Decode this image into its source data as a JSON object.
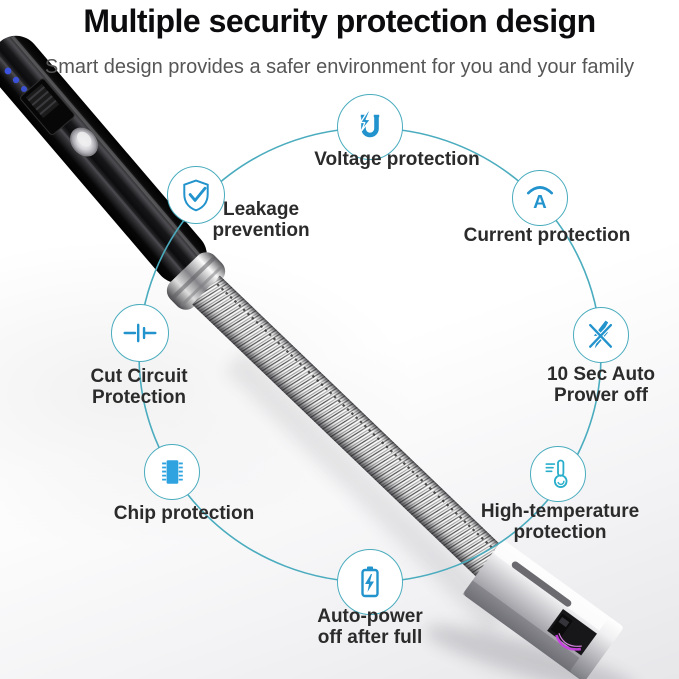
{
  "header": {
    "title": "Multiple security protection design",
    "subtitle": "Smart design provides a safer environment for you and your family"
  },
  "features": [
    {
      "id": "voltage-protection",
      "label": "Voltage protection",
      "icon": "magnet-bolt-icon"
    },
    {
      "id": "leakage-prevention",
      "label": "Leakage\nprevention",
      "icon": "shield-check-icon"
    },
    {
      "id": "current-protection",
      "label": "Current protection",
      "icon": "ampere-icon",
      "icon_letter": "A"
    },
    {
      "id": "cut-circuit-protection",
      "label": "Cut Circuit\nProtection",
      "icon": "circuit-break-icon"
    },
    {
      "id": "auto-power-off-10s",
      "label": "10 Sec Auto\nPrower off",
      "icon": "flash-off-icon"
    },
    {
      "id": "chip-protection",
      "label": "Chip protection",
      "icon": "chip-icon"
    },
    {
      "id": "high-temperature-protection",
      "label": "High-temperature\nprotection",
      "icon": "thermometer-icon"
    },
    {
      "id": "auto-power-off-full",
      "label": "Auto-power\noff after full",
      "icon": "battery-charging-icon"
    }
  ],
  "colors": {
    "icon_blue": "#2293cc",
    "circle_stroke": "#4aacbe",
    "title_text": "#0c0c0e",
    "subtitle_text": "#565656",
    "label_text": "#2b2b2b",
    "arc_spark": "#c93fe0",
    "led_blue": "#3c55e8"
  }
}
